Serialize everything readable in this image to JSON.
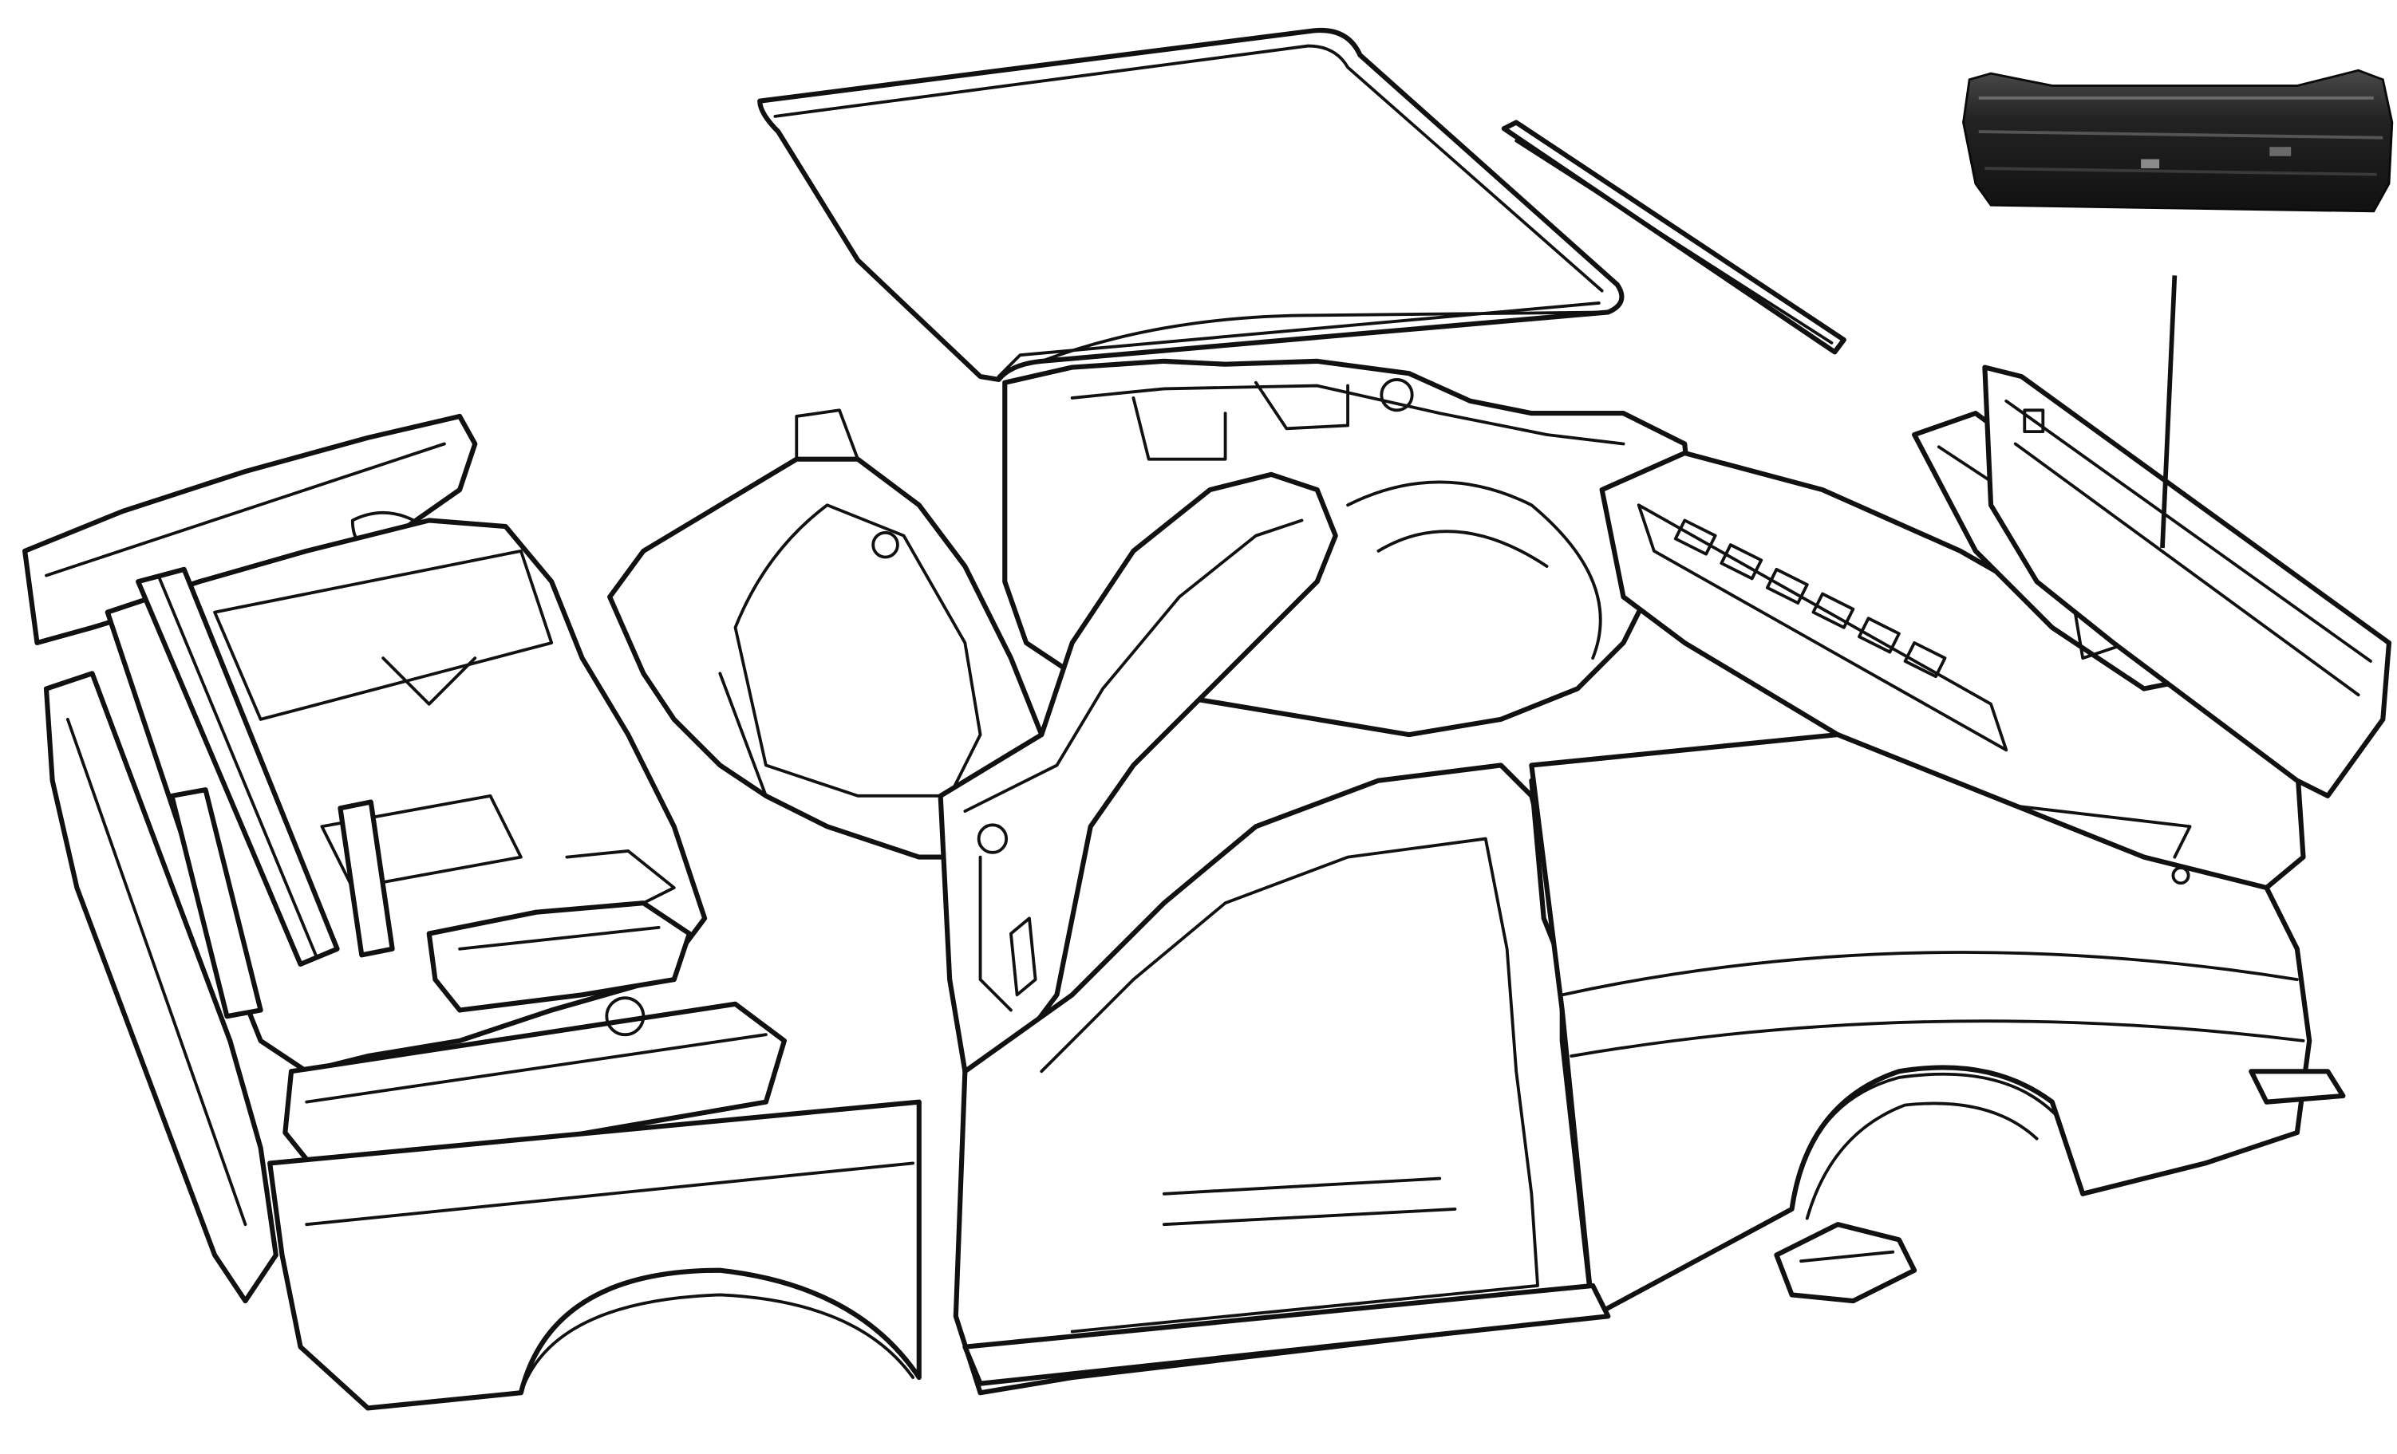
{
  "diagram": {
    "description_visible_text": [],
    "colors": {
      "line": "#111111",
      "background": "#ffffff",
      "panel_dark": "#1c1c1c",
      "panel_mid": "#3a3a3a",
      "panel_light": "#6a6a6a"
    },
    "parts": [
      {
        "id": "roof-panel"
      },
      {
        "id": "roof-gutter-strip"
      },
      {
        "id": "windscreen-frame"
      },
      {
        "id": "a-pillar"
      },
      {
        "id": "front-door-opening"
      },
      {
        "id": "rear-quarter-window"
      },
      {
        "id": "rear-quarter-panel"
      },
      {
        "id": "rear-wheel-arch"
      },
      {
        "id": "front-wing"
      },
      {
        "id": "front-inner-wing"
      },
      {
        "id": "engine-bay-floor"
      },
      {
        "id": "front-crossmember"
      },
      {
        "id": "floor-pan"
      },
      {
        "id": "sill"
      },
      {
        "id": "boot-floor"
      },
      {
        "id": "rear-cross-rail"
      },
      {
        "id": "rear-valance-panel"
      },
      {
        "id": "rear-panel-photo"
      },
      {
        "id": "leader-line"
      }
    ]
  }
}
